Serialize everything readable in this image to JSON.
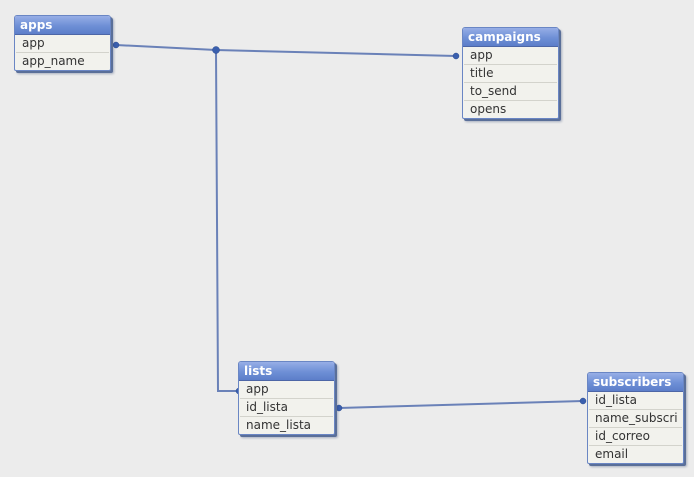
{
  "tables": {
    "apps": {
      "title": "apps",
      "fields": [
        "app",
        "app_name"
      ]
    },
    "campaigns": {
      "title": "campaigns",
      "fields": [
        "app",
        "title",
        "to_send",
        "opens"
      ]
    },
    "lists": {
      "title": "lists",
      "fields": [
        "app",
        "id_lista",
        "name_lista"
      ]
    },
    "subscribers": {
      "title": "subscribers",
      "fields": [
        "id_lista",
        "name_subscri",
        "id_correo",
        "email"
      ]
    }
  },
  "colors": {
    "background": "#ececec",
    "header": "#6e8fd6",
    "link": "#6a81b8",
    "connector": "#3a5fae"
  }
}
